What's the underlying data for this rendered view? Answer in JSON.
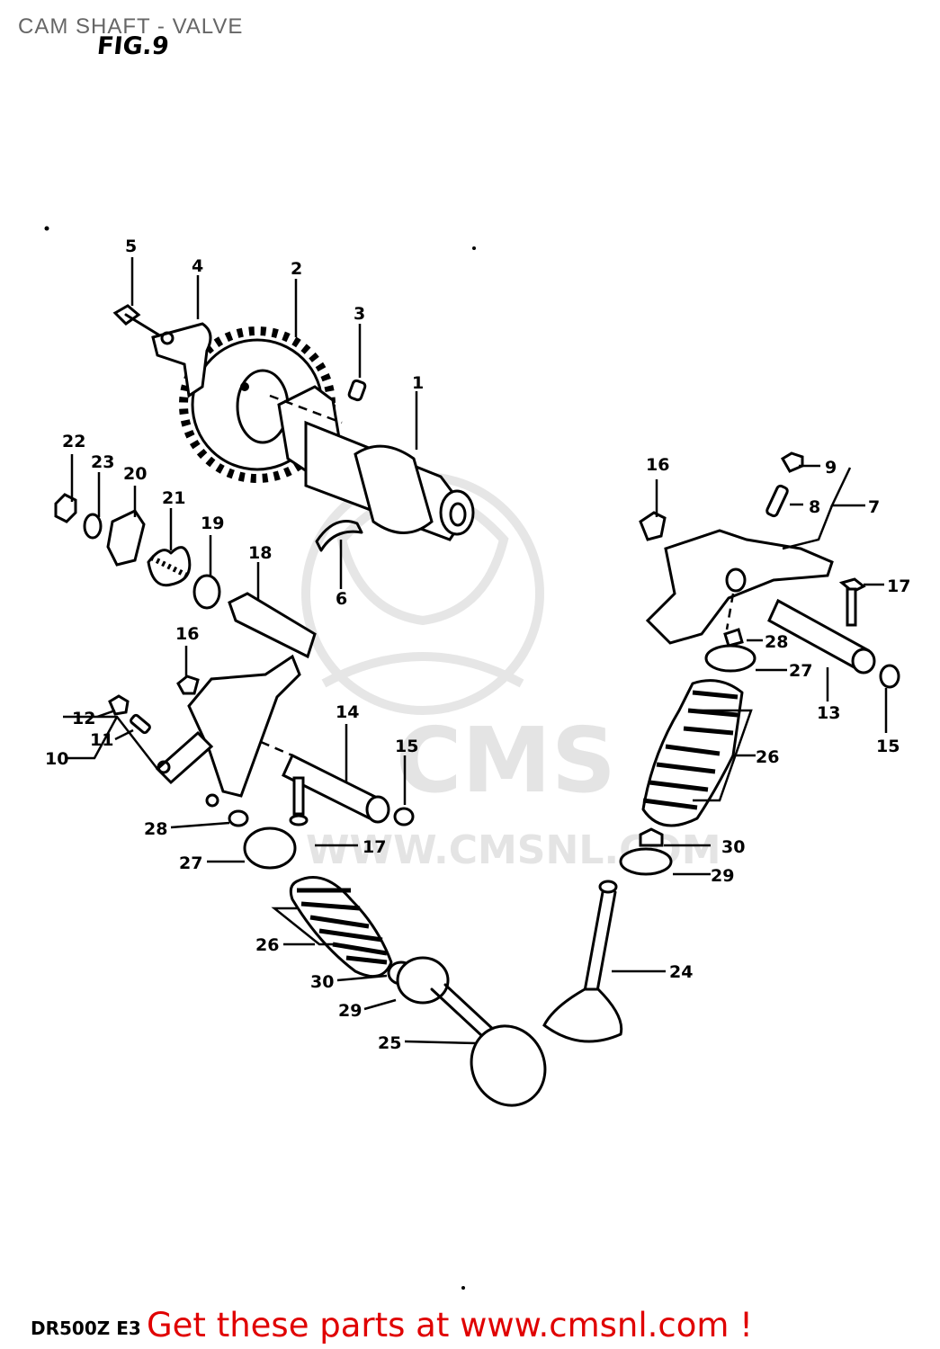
{
  "header": {
    "title": "CAM SHAFT - VALVE",
    "figure": "FIG.9"
  },
  "watermark": {
    "logo_text": "CMS",
    "url_text": "WWW.CMSNL.COM"
  },
  "footer": {
    "model_code": "DR500Z E3",
    "promo": "Get these parts at www.cmsnl.com !"
  },
  "callouts": [
    "1",
    "2",
    "3",
    "4",
    "5",
    "6",
    "7",
    "8",
    "9",
    "10",
    "11",
    "12",
    "13",
    "14",
    "15",
    "15",
    "16",
    "16",
    "17",
    "17",
    "18",
    "19",
    "20",
    "21",
    "22",
    "23",
    "24",
    "25",
    "26",
    "26",
    "27",
    "27",
    "28",
    "28",
    "29",
    "29",
    "30",
    "30"
  ],
  "colors": {
    "promo": "#e00000",
    "title": "#666666",
    "line": "#000000"
  }
}
